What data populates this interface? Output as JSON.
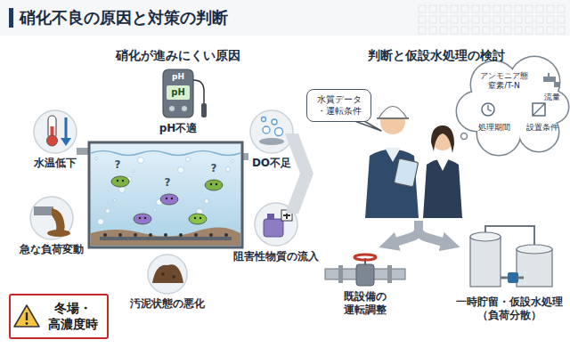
{
  "diagram": {
    "title": "硝化不良の原因と対策の判断",
    "nodes": [
      {
        "text": [
          "水温低下"
        ]
      },
      {
        "text": [
          "pH不適"
        ]
      },
      {
        "text": [
          "DO不足"
        ]
      },
      {
        "text": [
          "急な負荷変動"
        ]
      },
      {
        "text": [
          "汚泥状態の悪化"
        ]
      },
      {
        "text": [
          "阻害性物質の流入"
        ]
      },
      {
        "text": [
          "冬場・ 高濃度時"
        ]
      },
      {
        "text": [
          "水質データ ・運転条件"
        ]
      },
      {
        "text": [
          "アンモニア態 窒素/T-N",
          "流量",
          "処理期間",
          "設置条件"
        ]
      },
      {
        "text": [
          "既設備の 運転調整"
        ]
      },
      {
        "text": [
          "一時貯留・仮設水処理 （負荷分散）"
        ]
      }
    ],
    "labels": [
      "硝化が進みにくい原因",
      "判断と仮設水処理の検討",
      "pH",
      "pH",
      "?",
      "?",
      "?"
    ]
  }
}
